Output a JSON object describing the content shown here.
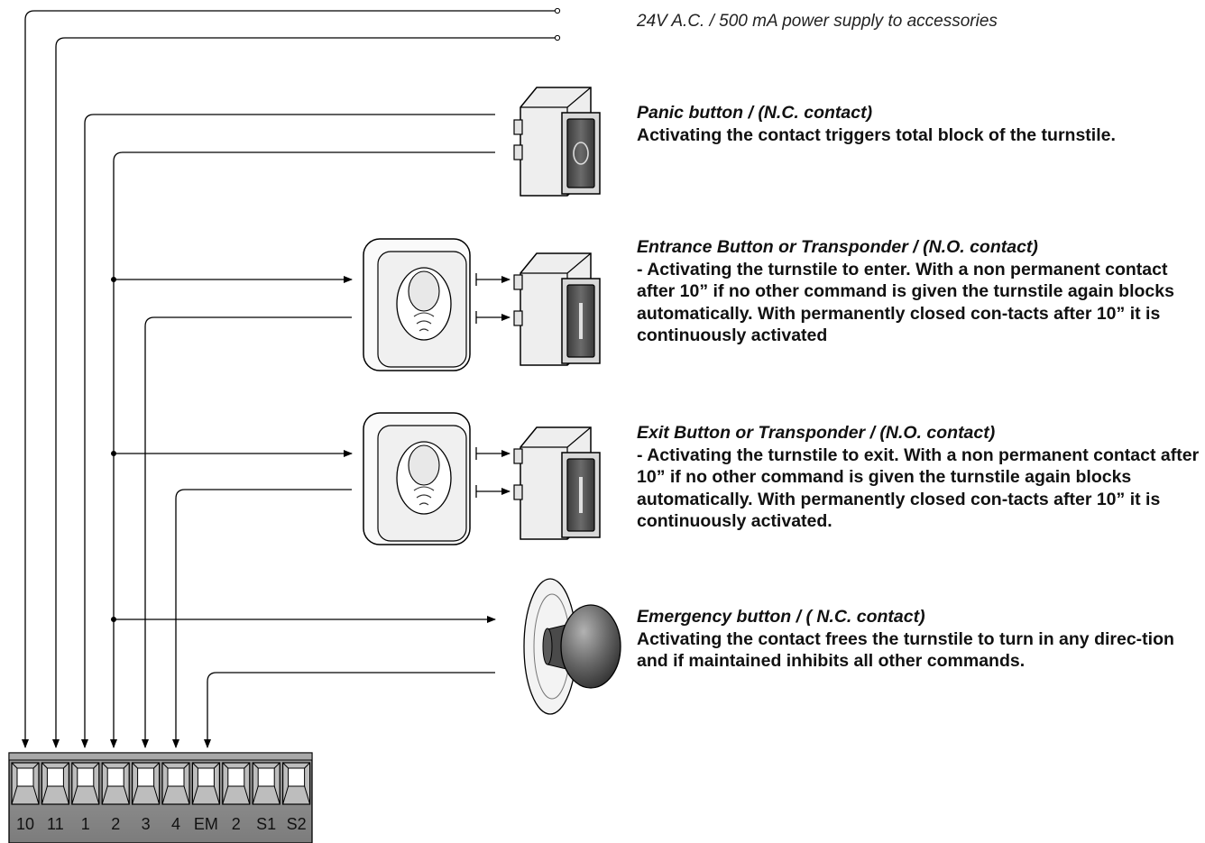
{
  "supply_label": "24V A.C. / 500 mA power supply to accessories",
  "devices": [
    {
      "title": "Panic button / (N.C. contact)",
      "description": "Activating the contact triggers total block of the turnstile."
    },
    {
      "title": "Entrance Button or Transponder / (N.O. contact)",
      "description": "- Activating the turnstile to enter. With a non permanent contact after 10” if no other command is given the turnstile again blocks automatically. With permanently closed con-tacts after 10” it is continuously activated"
    },
    {
      "title": "Exit Button or Transponder / (N.O. contact)",
      "description": "- Activating the turnstile to exit. With a non permanent contact after 10” if no other command is given the turnstile again blocks automatically. With permanently closed con-tacts after 10” it is continuously activated."
    },
    {
      "title": "Emergency button / ( N.C. contact)",
      "description": "Activating the contact frees the turnstile to turn in any direc-tion and if maintained inhibits all other commands."
    }
  ],
  "terminal_block": {
    "labels": [
      "10",
      "11",
      "1",
      "2",
      "3",
      "4",
      "EM",
      "2",
      "S1",
      "S2"
    ]
  },
  "icons": {
    "panic": "rocker-switch-icon",
    "reader": "transponder-reader-icon",
    "selector": "rocker-selector-icon",
    "emergency": "mushroom-stop-button-icon"
  }
}
